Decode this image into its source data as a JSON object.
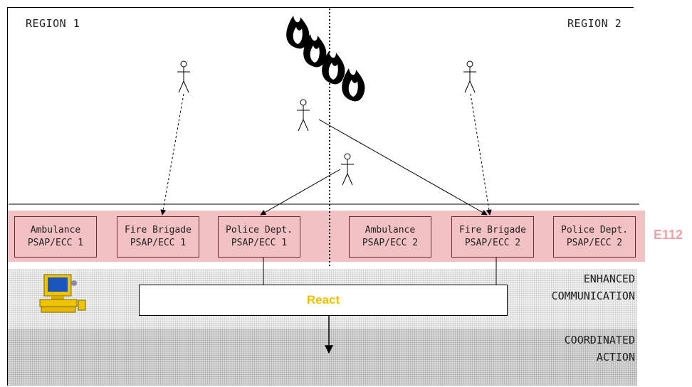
{
  "regions": {
    "left": "REGION 1",
    "right": "REGION 2"
  },
  "psap": [
    {
      "line1": "Ambulance",
      "line2": "PSAP/ECC 1"
    },
    {
      "line1": "Fire Brigade",
      "line2": "PSAP/ECC 1"
    },
    {
      "line1": "Police Dept.",
      "line2": "PSAP/ECC 1"
    },
    {
      "line1": "Ambulance",
      "line2": "PSAP/ECC 2"
    },
    {
      "line1": "Fire Brigade",
      "line2": "PSAP/ECC 2"
    },
    {
      "line1": "Police Dept.",
      "line2": "PSAP/ECC 2"
    }
  ],
  "e112_label": "E112",
  "react_label": "React",
  "enhanced": {
    "line1": "ENHANCED",
    "line2": "COMMUNICATION"
  },
  "coordinated": {
    "line1": "COORDINATED",
    "line2": "ACTION"
  },
  "colors": {
    "band": "#f1c1c4",
    "react": "#f5c000",
    "e112": "#f2a0a6"
  }
}
